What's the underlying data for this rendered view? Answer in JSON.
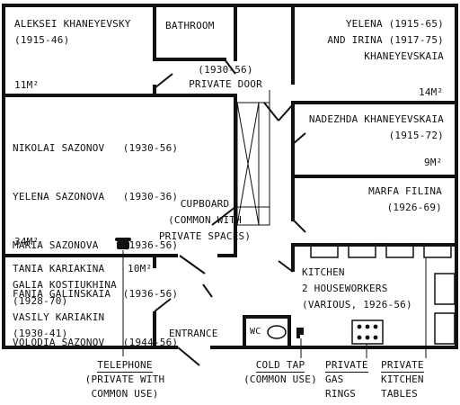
{
  "rooms": {
    "aleksei": {
      "name": "ALEKSEI KHANEYEVSKY",
      "years": "(1915-46)",
      "area": "11M²"
    },
    "bathroom": {
      "name": "BATHROOM"
    },
    "yelena_irina": {
      "line1": "YELENA (1915-65)",
      "line2": "AND IRINA (1917-75)",
      "line3": "KHANEYEVSKAIA",
      "area": "14M²"
    },
    "private_door": {
      "years": "(1930-56)",
      "label": "PRIVATE DOOR"
    },
    "nadezhda": {
      "name": "NADEZHDA KHANEYEVSKAIA",
      "years": "(1915-72)",
      "area": "9M²"
    },
    "sazonov": {
      "residents": [
        "NIKOLAI SAZONOV   (1930-56)",
        "YELENA SAZONOVA   (1930-36)",
        "MARIA SAZONOVA    (1936-56)",
        "FANIA GALINSKAIA  (1936-56)",
        "VOLODIA SAZONOV   (1944-56)"
      ],
      "area": "34M²"
    },
    "cupboard": {
      "line1": "CUPBOARD",
      "line2": "(COMMON WITH",
      "line3": "PRIVATE SPACES)"
    },
    "marfa": {
      "name": "MARFA FILINA",
      "years": "(1926-69)"
    },
    "kariakin": {
      "residents": [
        "TANIA KARIAKINA",
        "GALIA KOSTIUKHINA",
        "(1928-70)",
        "VASILY KARIAKIN",
        "(1930-41)"
      ],
      "area": "10M²"
    },
    "kitchen": {
      "line1": "KITCHEN",
      "line2": "2 HOUSEWORKERS",
      "line3": "(VARIOUS, 1926-56)"
    },
    "entrance": {
      "label": "ENTRANCE"
    },
    "wc": {
      "label": "WC"
    }
  },
  "callouts": {
    "telephone": {
      "line1": "TELEPHONE",
      "line2": "(PRIVATE WITH",
      "line3": "COMMON USE)"
    },
    "cold_tap": {
      "line1": "COLD TAP",
      "line2": "(COMMON USE)"
    },
    "gas_rings": {
      "line1": "PRIVATE",
      "line2": "GAS",
      "line3": "RINGS"
    },
    "kitchen_tables": {
      "line1": "PRIVATE",
      "line2": "KITCHEN",
      "line3": "TABLES"
    }
  }
}
